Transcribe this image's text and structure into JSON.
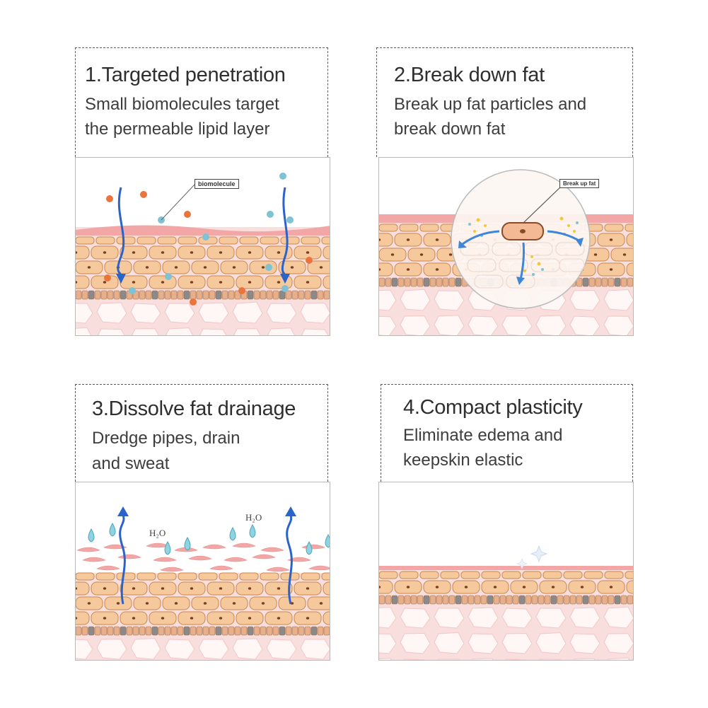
{
  "panels": [
    {
      "title": "1.Targeted penetration",
      "desc_line1": "Small biomolecules target",
      "desc_line2": "the permeable lipid layer",
      "callout": "biomolecule"
    },
    {
      "title": "2.Break down fat",
      "desc_line1": "Break up fat particles and",
      "desc_line2": "break down fat",
      "callout": "Break up fat"
    },
    {
      "title": "3.Dissolve fat drainage",
      "desc_line1": "Dredge pipes, drain",
      "desc_line2": "and sweat",
      "h2o_left": "H₂O",
      "h2o_right": "H₂O"
    },
    {
      "title": "4.Compact plasticity",
      "desc_line1": "Eliminate edema and",
      "desc_line2": "keepskin elastic"
    }
  ],
  "colors": {
    "skin_cell": "#f6c99d",
    "cell_outline": "#c9874f",
    "epidermis": "#f2a7a6",
    "fat_tissue": "#f9dede",
    "arrow": "#2a63c9",
    "orange_dot": "#e9753d",
    "blue_dot": "#7fc2d4"
  }
}
